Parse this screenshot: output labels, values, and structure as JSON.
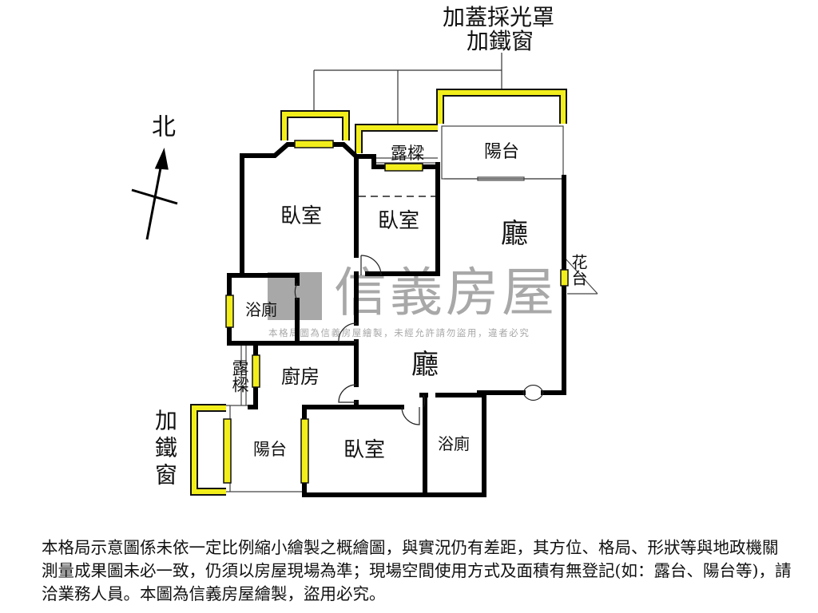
{
  "annotations": {
    "skylight_cover": "加蓋採光罩",
    "iron_window_top": "加鐵窗",
    "iron_window_left": "加鐵窗",
    "north": "北",
    "planter": "花台"
  },
  "rooms": {
    "bedroom_1": "臥室",
    "bedroom_2": "臥室",
    "bedroom_3": "臥室",
    "living_1": "廳",
    "living_2": "廳",
    "balcony_top": "陽台",
    "balcony_bottom": "陽台",
    "ledge_top": "露樑",
    "ledge_left": "露樑",
    "bathroom_1": "浴廁",
    "bathroom_2": "浴廁",
    "kitchen": "廚房"
  },
  "watermark": {
    "brand": "信義房屋",
    "notice": "本格局圖為信義房屋繪製，未經允許請勿盜用，違者必究"
  },
  "disclaimer": "本格局示意圖係未依一定比例縮小繪製之概繪圖，與實況仍有差距，其方位、格局、形狀等與地政機關測量成果圖未必一致，仍須以房屋現場為準；現場空間使用方式及面積有無登記(如：露台、陽台等)，請洽業務人員。本圖為信義房屋繪製，盜用必究。",
  "colors": {
    "wall": "#000000",
    "window": "#f2ee1c",
    "watermark": "#a8a8a8"
  }
}
